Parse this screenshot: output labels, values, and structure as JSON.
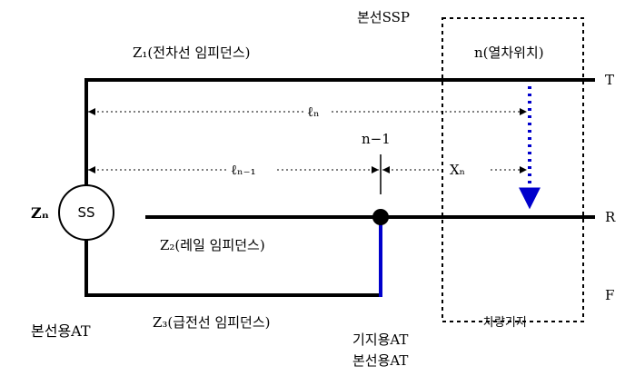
{
  "labels": {
    "top_ssp": "본선SSP",
    "z1": "Z₁(전차선 임피던스)",
    "train_pos": "n(열차위치)",
    "line_t": "T",
    "ln": "ℓₙ",
    "n_minus_1": "n−1",
    "ln_minus_1": "ℓₙ₋₁",
    "xn": "Xₙ",
    "zn": "Zₙ",
    "ss": "SS",
    "line_r": "R",
    "z2": "Z₂(레일 임피던스)",
    "line_f": "F",
    "main_at": "본선용AT",
    "z3": "Z₃(급전선 임피던스)",
    "depot_at": "기지용AT",
    "main_at_2": "본선용AT",
    "depot": "차량기지"
  },
  "colors": {
    "line": "#000000",
    "accent": "#0000cc"
  }
}
